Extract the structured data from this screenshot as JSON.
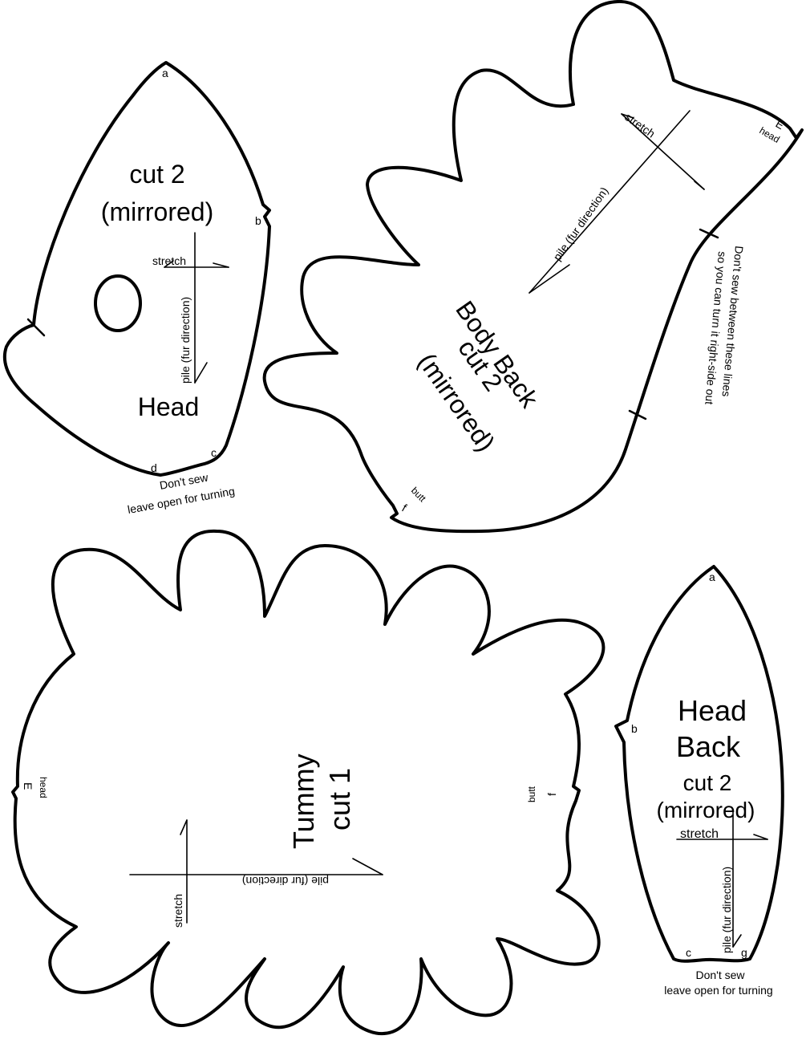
{
  "head": {
    "cut_line1": "cut 2",
    "cut_line2": "(mirrored)",
    "name": "Head",
    "stretch": "stretch",
    "pile": "pile (fur direction)",
    "mark_a": "a",
    "mark_b": "b",
    "mark_c": "c",
    "mark_d": "d",
    "note_line1": "Don't sew",
    "note_line2": "leave open for turning"
  },
  "body_back": {
    "line1": "Body Back",
    "line2": "cut 2",
    "line3": "(mirrored)",
    "stretch": "stretch",
    "pile": "pile (fur direction)",
    "mark_e": "E",
    "mark_e_label": "head",
    "mark_f": "f",
    "mark_f_label": "butt",
    "note_line1": "Don't sew between these lines",
    "note_line2": "so you can turn it right-side out"
  },
  "tummy": {
    "line1": "Tummy",
    "line2": "cut 1",
    "stretch": "stretch",
    "pile": "pile (fur direction)",
    "mark_e": "E",
    "mark_e_label": "head",
    "mark_f": "f",
    "mark_f_label": "butt"
  },
  "head_back": {
    "line1": "Head",
    "line2": "Back",
    "line3": "cut 2",
    "line4": "(mirrored)",
    "stretch": "stretch",
    "pile": "pile (fur direction)",
    "mark_a": "a",
    "mark_b": "b",
    "mark_c": "c",
    "mark_g": "g",
    "note_line1": "Don't sew",
    "note_line2": "leave open for turning"
  }
}
